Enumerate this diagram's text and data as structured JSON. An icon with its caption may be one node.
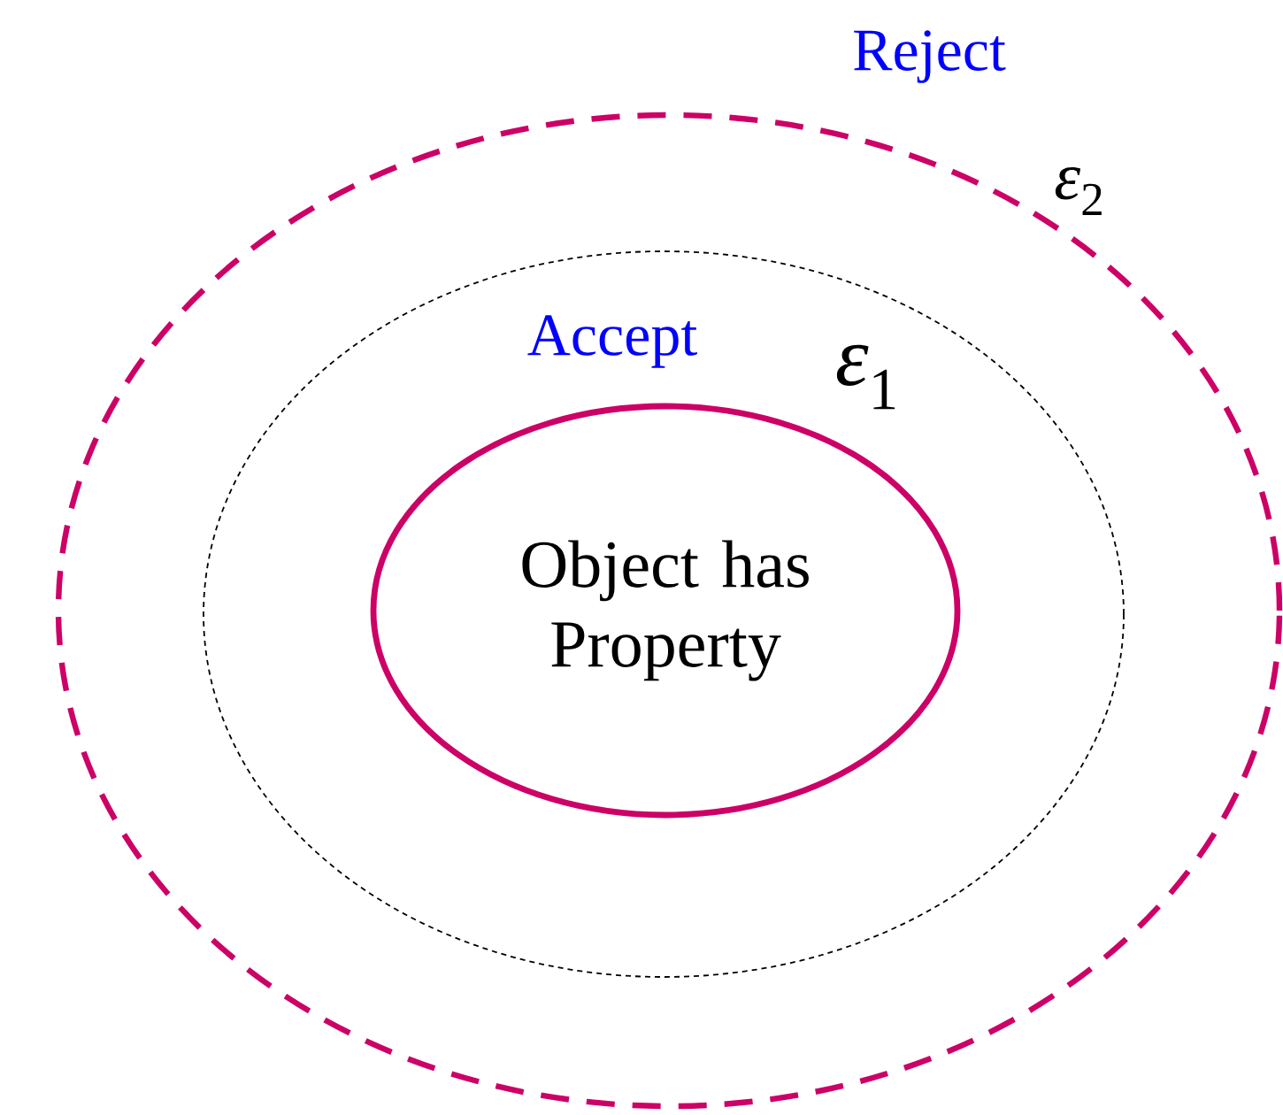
{
  "diagram": {
    "nodes": [
      {
        "text": [
          "Reject",
          "*ε*$_{2}$"
        ]
      },
      {
        "text": [
          "Accept",
          "*ε*$_{1}$"
        ],
        "in": 0
      },
      {
        "text": [
          "Object has Property"
        ],
        "in": 1
      }
    ]
  }
}
